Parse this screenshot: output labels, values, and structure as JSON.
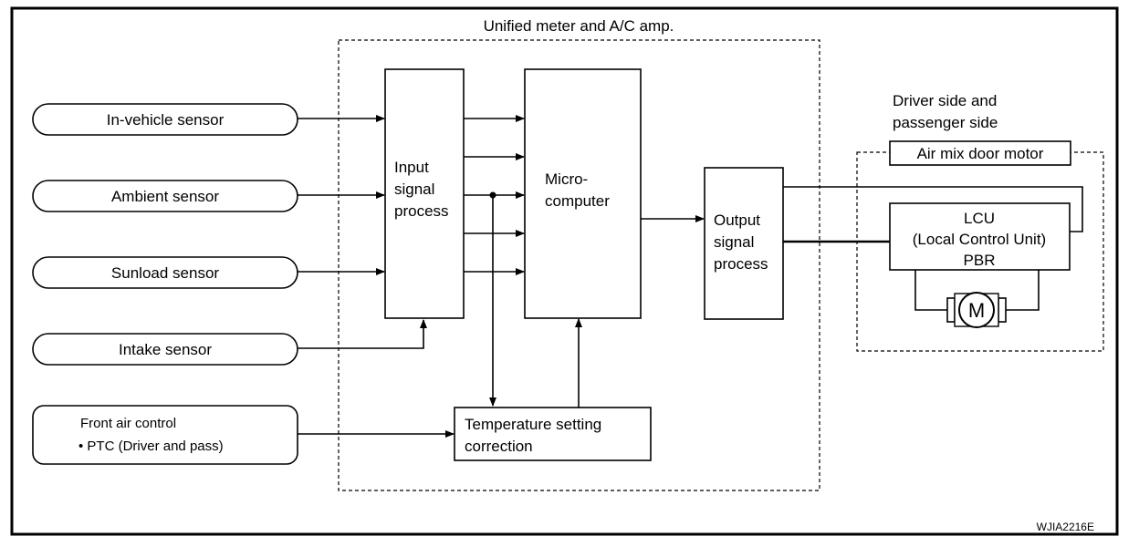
{
  "title": "Unified meter and A/C amp.",
  "code": "WJIA2216E",
  "sensors": [
    {
      "label": "In-vehicle sensor"
    },
    {
      "label": "Ambient sensor"
    },
    {
      "label": "Sunload sensor"
    },
    {
      "label": "Intake sensor"
    }
  ],
  "front_air": {
    "line1": "Front air control",
    "line2": "• PTC (Driver and pass)"
  },
  "input_block": {
    "lines": [
      "Input",
      "signal",
      "process"
    ]
  },
  "micro_block": {
    "lines": [
      "Micro-",
      "computer"
    ]
  },
  "output_block": {
    "lines": [
      "Output",
      "signal",
      "process"
    ]
  },
  "temp_block": {
    "lines": [
      "Temperature setting",
      "correction"
    ]
  },
  "driver_side": {
    "lines": [
      "Driver side and",
      "passenger side"
    ]
  },
  "air_mix": "Air mix door motor",
  "lcu": {
    "lines": [
      "LCU",
      "(Local Control Unit)",
      "PBR"
    ]
  },
  "motor": "M"
}
